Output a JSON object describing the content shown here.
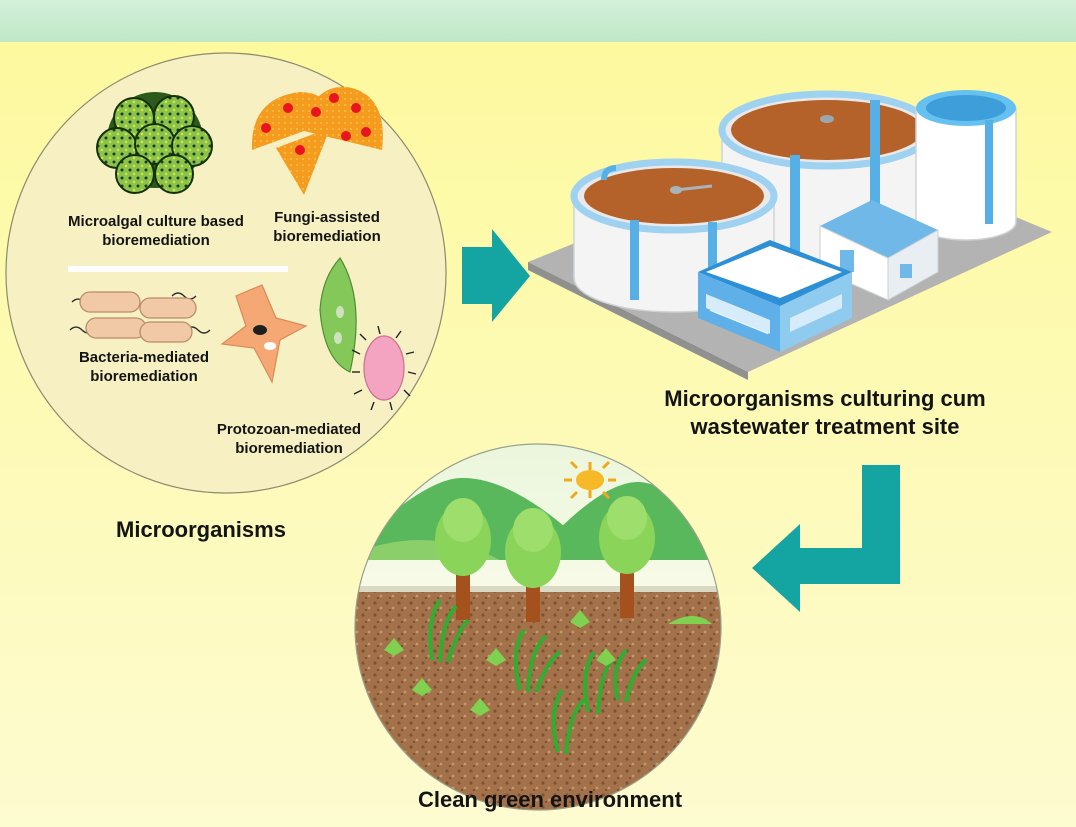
{
  "microorganisms": {
    "title": "Microorganisms",
    "types": [
      {
        "line1": "Microalgal culture based",
        "line2": "bioremediation",
        "icon": "microalgae-icon"
      },
      {
        "line1": "Fungi-assisted",
        "line2": "bioremediation",
        "icon": "fungi-icon"
      },
      {
        "line1": "Bacteria-mediated",
        "line2": "bioremediation",
        "icon": "bacteria-icon"
      },
      {
        "line1": "Protozoan-mediated",
        "line2": "bioremediation",
        "icon": "protozoa-icon"
      }
    ]
  },
  "treatment_site": {
    "line1": "Microorganisms culturing cum",
    "line2": "wastewater treatment site",
    "icon": "wastewater-plant-icon"
  },
  "environment": {
    "label": "Clean green environment",
    "icon": "landscape-icon"
  },
  "colors": {
    "background": "#fbf7a8",
    "top_band": "#c5e9cf",
    "arrow": "#14a5a3",
    "sludge": "#b5622a",
    "soil": "#9c6a45",
    "foliage": "#7fd14f"
  }
}
